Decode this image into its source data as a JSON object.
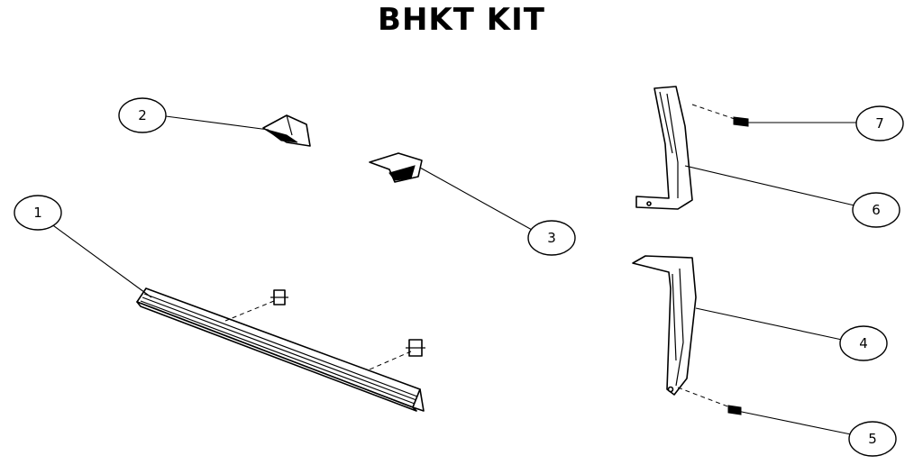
{
  "title": "BHKT KIT",
  "callouts": [
    "1",
    "2",
    "3",
    "4",
    "5",
    "6",
    "7"
  ]
}
